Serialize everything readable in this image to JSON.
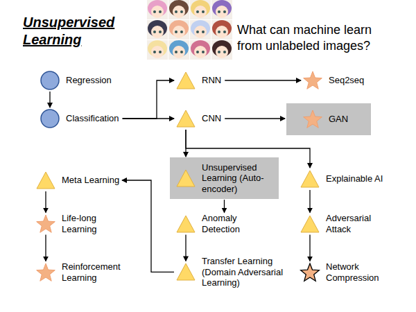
{
  "diagram": {
    "title": "Unsupervised Learning",
    "nodes": [
      {
        "text": [
          "Regression"
        ]
      },
      {
        "text": [
          "Classification"
        ]
      },
      {
        "text": [
          "RNN"
        ]
      },
      {
        "text": [
          "Seq2seq"
        ]
      },
      {
        "text": [
          "CNN"
        ]
      },
      {
        "text": [
          "GAN"
        ]
      },
      {
        "text": [
          "Unsupervised Learning (Auto-encoder)"
        ]
      },
      {
        "text": [
          "Explainable AI"
        ]
      },
      {
        "text": [
          "Meta Learning"
        ]
      },
      {
        "text": [
          "Life-long Learning"
        ]
      },
      {
        "text": [
          "Anomaly Detection"
        ]
      },
      {
        "text": [
          "Adversarial Attack"
        ]
      },
      {
        "text": [
          "Reinforcement Learning"
        ]
      },
      {
        "text": [
          "Transfer Learning (Domain Adversarial Learning)"
        ]
      },
      {
        "text": [
          "Network Compression"
        ]
      }
    ],
    "edges": [
      {
        "from": 0,
        "to": 1,
        "arrow": "to"
      },
      {
        "from": 1,
        "to": 2,
        "arrow": "to"
      },
      {
        "from": 1,
        "to": 4,
        "arrow": "to"
      },
      {
        "from": 2,
        "to": 3,
        "arrow": "to"
      },
      {
        "from": 4,
        "to": 5,
        "arrow": "to"
      },
      {
        "from": 4,
        "to": 6,
        "arrow": "to"
      },
      {
        "from": 4,
        "to": 7,
        "arrow": "to"
      },
      {
        "from": 6,
        "to": 10,
        "arrow": "to"
      },
      {
        "from": 10,
        "to": 13,
        "arrow": "to"
      },
      {
        "from": 13,
        "to": 8,
        "arrow": "to"
      },
      {
        "from": 8,
        "to": 9,
        "arrow": "to"
      },
      {
        "from": 9,
        "to": 12,
        "arrow": "to"
      },
      {
        "from": 7,
        "to": 11,
        "arrow": "to"
      },
      {
        "from": 11,
        "to": 14,
        "arrow": "to"
      }
    ],
    "labels": [
      "What can machine learn from unlabeled images?"
    ]
  }
}
